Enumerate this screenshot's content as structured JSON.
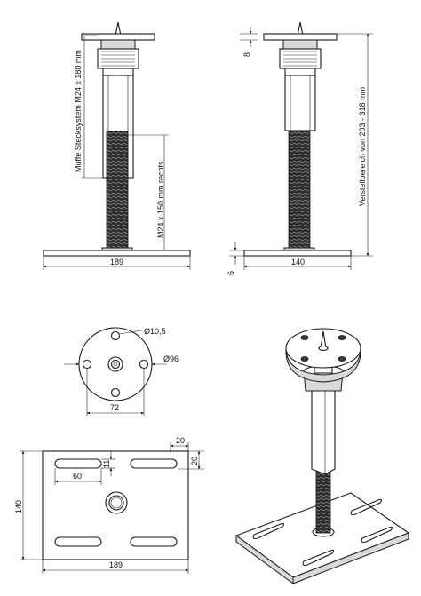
{
  "side_view_left": {
    "label_sleeve": "Muffe Stecksystem M24 x 180 mm",
    "label_thread": "M24 x 150 mm rechts",
    "dim_base_width": "189"
  },
  "side_view_right": {
    "dim_top": "8",
    "dim_plate": "6",
    "dim_base_width": "140",
    "label_range": "Verstellbereich von 203 - 318 mm"
  },
  "top_disc": {
    "dim_hole": "Ø10,5",
    "dim_outer": "Ø96",
    "dim_pitch": "72"
  },
  "base_plate": {
    "dim_edge_x": "20",
    "dim_edge_y": "20",
    "dim_slot_w": "11",
    "dim_slot_len": "60",
    "dim_height": "140",
    "dim_width": "189"
  }
}
